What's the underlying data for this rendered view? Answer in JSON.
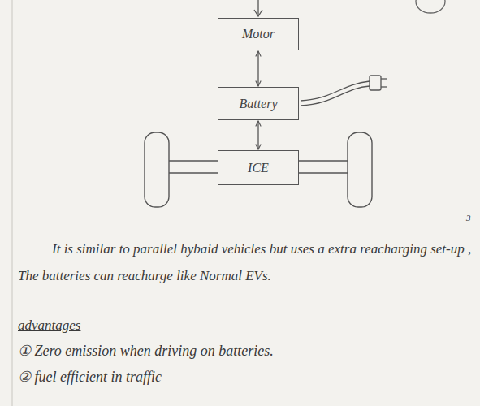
{
  "diagram": {
    "nodes": [
      {
        "text": [
          "Motor"
        ]
      },
      {
        "text": [
          "Battery"
        ]
      },
      {
        "text": [
          "ICE"
        ]
      }
    ],
    "edges": [
      {
        "from": 0,
        "to": 1,
        "arrow": "both"
      },
      {
        "from": 1,
        "to": 2,
        "arrow": "both"
      }
    ],
    "labels": [
      "It is similar to parallel hybaid vehicles but uses a extra reacharging set-up , The batteries can reacharge like Normal EVs.",
      "advantages",
      "① Zero emission when driving on batteries.",
      "② fuel efficient in traffic",
      "3"
    ]
  }
}
